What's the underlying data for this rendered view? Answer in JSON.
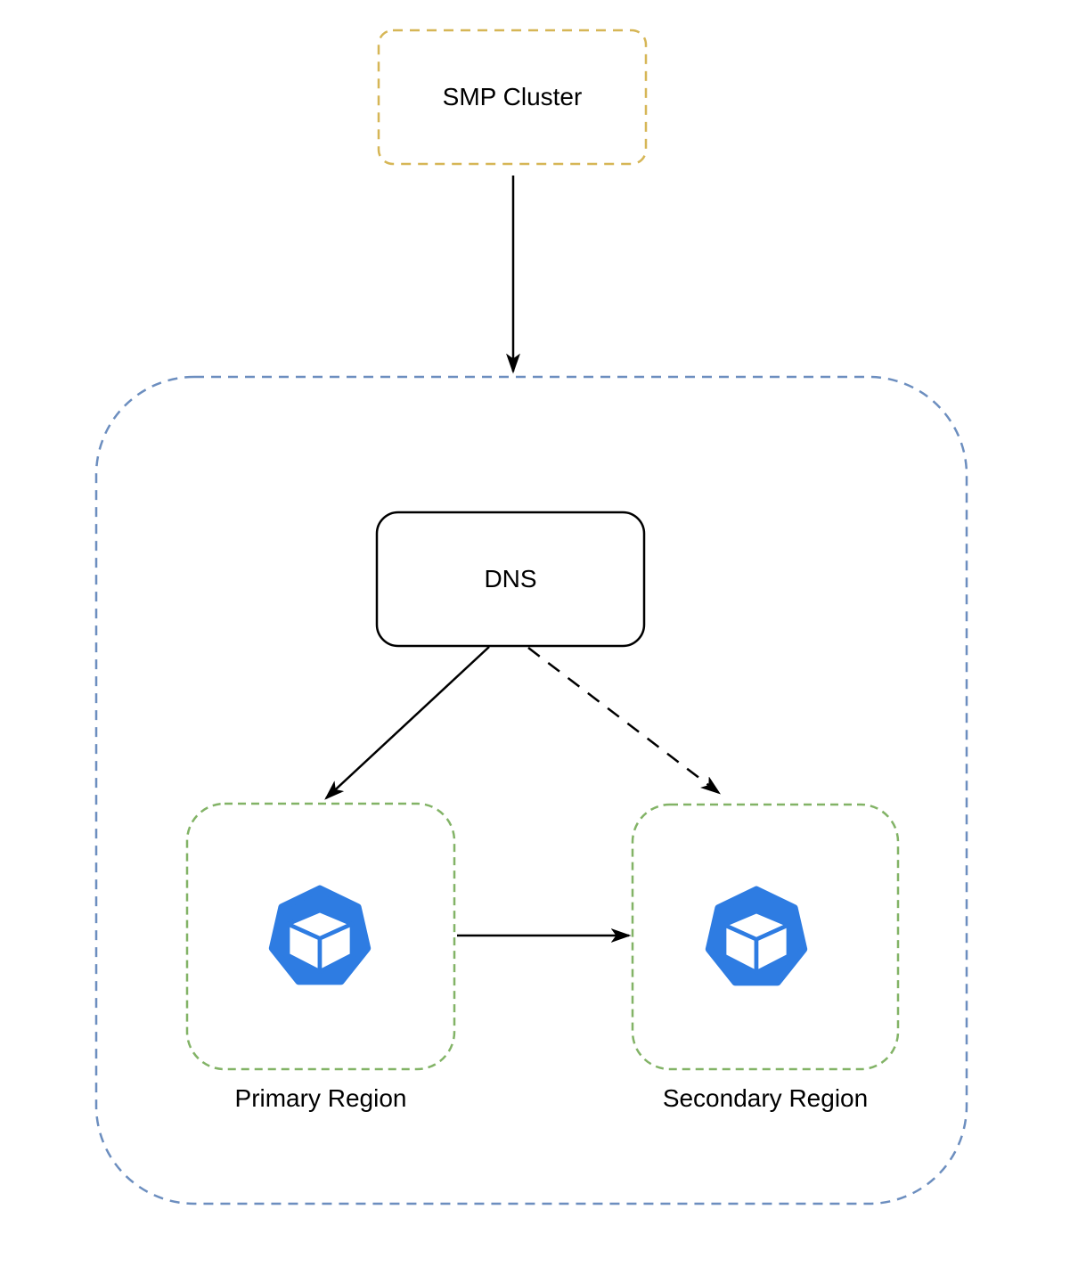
{
  "diagram": {
    "type": "architecture-diagram",
    "background": "#ffffff",
    "nodes": {
      "smp_cluster": {
        "label": "SMP Cluster",
        "shape": "rounded-rect",
        "border_style": "dashed"
      },
      "dns_zone": {
        "label": "",
        "shape": "rounded-container",
        "border_style": "dashed"
      },
      "dns": {
        "label": "DNS",
        "shape": "rounded-rect",
        "border_style": "solid"
      },
      "primary_region": {
        "label": "Primary Region",
        "shape": "rounded-rect",
        "border_style": "dashed",
        "icon": "cluster-cube-icon"
      },
      "secondary_region": {
        "label": "Secondary Region",
        "shape": "rounded-rect",
        "border_style": "dashed",
        "icon": "cluster-cube-icon"
      }
    },
    "edges": [
      {
        "from": "smp_cluster",
        "to": "dns_zone",
        "style": "solid",
        "arrowhead": "filled"
      },
      {
        "from": "dns",
        "to": "primary_region",
        "style": "solid",
        "arrowhead": "filled"
      },
      {
        "from": "dns",
        "to": "secondary_region",
        "style": "dashed",
        "arrowhead": "filled"
      },
      {
        "from": "primary_region",
        "to": "secondary_region",
        "style": "solid",
        "arrowhead": "filled"
      }
    ],
    "colors": {
      "gold": "#D6B656",
      "blue": "#6C8EBF",
      "green": "#82B366",
      "ink": "#000000",
      "icon_blue": "#2E7CE2",
      "fill": "#FFFFFF"
    }
  }
}
